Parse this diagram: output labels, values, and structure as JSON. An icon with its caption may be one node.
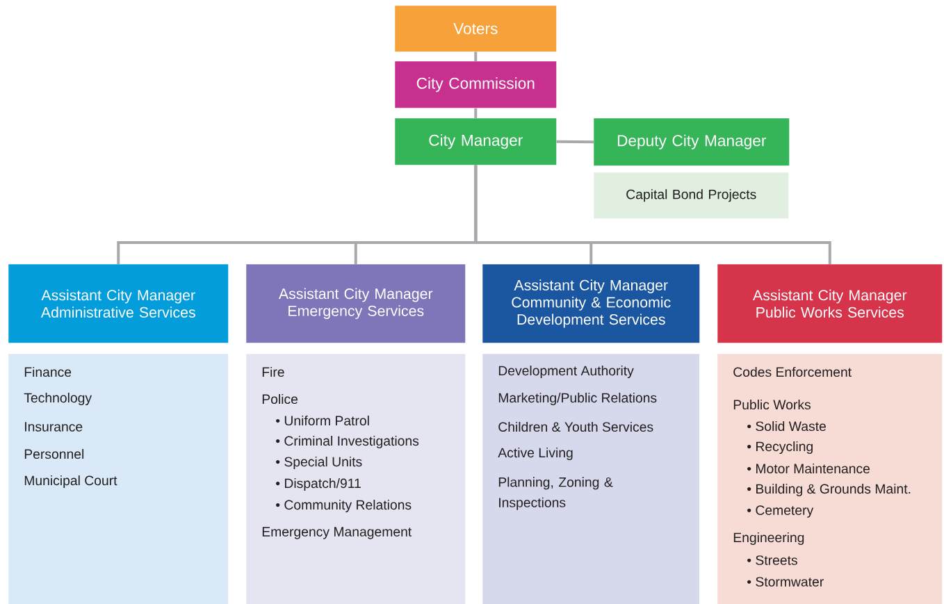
{
  "diagram": {
    "nodes": [
      {
        "text": [
          "Voters"
        ]
      },
      {
        "text": [
          "City Commission"
        ]
      },
      {
        "text": [
          "City Manager"
        ]
      },
      {
        "text": [
          "Deputy City Manager"
        ]
      },
      {
        "text": [
          "Capital Bond Projects"
        ]
      },
      {
        "text": [
          "Assistant City Manager",
          "Administrative Services"
        ]
      },
      {
        "text": [
          "Finance",
          "Technology",
          "Insurance",
          "Personnel",
          "Municipal Court"
        ]
      },
      {
        "text": [
          "Assistant City Manager",
          "Emergency Services"
        ]
      },
      {
        "text": [
          "Fire",
          "Police",
          "• Uniform Patrol",
          "• Criminal Investigations",
          "• Special Units",
          "• Dispatch/911",
          "• Community Relations",
          "Emergency Management"
        ]
      },
      {
        "text": [
          "Assistant City Manager",
          "Community & Economic Development Services"
        ]
      },
      {
        "text": [
          "Development Authority",
          "Marketing/Public Relations",
          "Children & Youth Services",
          "Active Living",
          "Planning, Zoning & Inspections"
        ]
      },
      {
        "text": [
          "Assistant City Manager",
          "Public Works Services"
        ]
      },
      {
        "text": [
          "Codes Enforcement",
          "Public Works",
          "• Solid Waste",
          "• Recycling",
          "• Motor Maintenance",
          "• Building & Grounds Maint.",
          "• Cemetery",
          "Engineering",
          "• Streets",
          "• Stormwater"
        ]
      }
    ],
    "edges": [
      {
        "from": 0,
        "to": 1,
        "arrow": "none"
      },
      {
        "from": 1,
        "to": 2,
        "arrow": "none"
      },
      {
        "from": 2,
        "to": 3,
        "arrow": "none"
      },
      {
        "from": 2,
        "to": 5,
        "arrow": "none"
      },
      {
        "from": 2,
        "to": 7,
        "arrow": "none"
      },
      {
        "from": 2,
        "to": 9,
        "arrow": "none"
      },
      {
        "from": 2,
        "to": 11,
        "arrow": "none"
      }
    ]
  }
}
